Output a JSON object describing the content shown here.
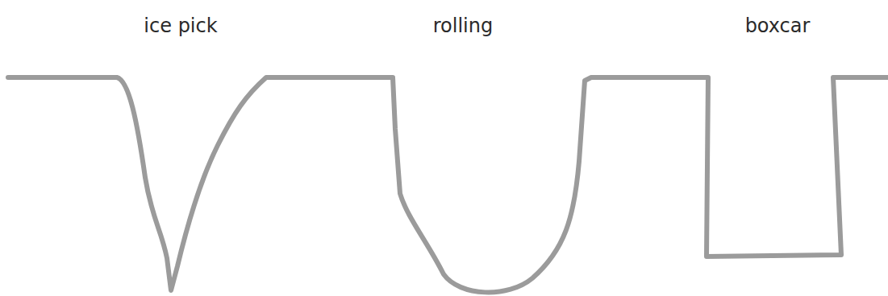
{
  "diagram": {
    "labels": [
      "ice pick",
      "rolling",
      "boxcar"
    ]
  }
}
